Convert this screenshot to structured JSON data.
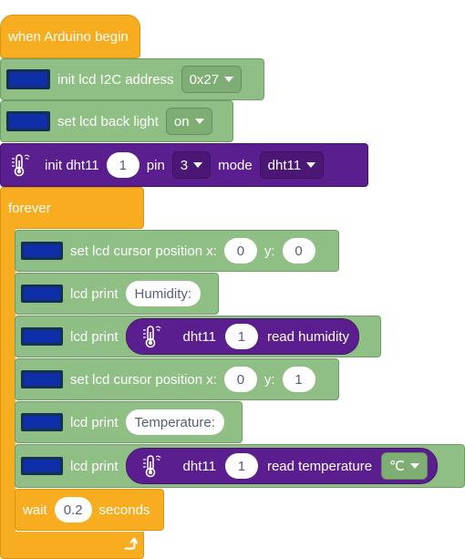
{
  "hat": {
    "label": "when Arduino begin"
  },
  "setup": {
    "init_lcd": {
      "label": "init lcd I2C address",
      "address": "0x27"
    },
    "backlight": {
      "label": "set lcd back light",
      "value": "on"
    },
    "init_dht": {
      "label": "init dht11",
      "id": "1",
      "pin_label": "pin",
      "pin": "3",
      "mode_label": "mode",
      "mode": "dht11"
    }
  },
  "forever": {
    "label": "forever",
    "blocks": [
      {
        "label": "set lcd cursor position x:",
        "x": "0",
        "y_label": "y:",
        "y": "0"
      },
      {
        "label": "lcd print",
        "text": "Humidity:"
      },
      {
        "label": "lcd print",
        "reporter": {
          "name": "dht11",
          "id": "1",
          "action": "read humidity"
        }
      },
      {
        "label": "set lcd cursor position x:",
        "x": "0",
        "y_label": "y:",
        "y": "1"
      },
      {
        "label": "lcd print",
        "text": "Temperature:"
      },
      {
        "label": "lcd print",
        "reporter": {
          "name": "dht11",
          "id": "1",
          "action": "read temperature",
          "unit": "℃"
        }
      }
    ],
    "wait": {
      "label": "wait",
      "value": "0.2",
      "unit": "seconds"
    }
  },
  "icons": {
    "lcd": "lcd-display-icon",
    "thermometer": "thermometer-icon",
    "loop_arrow": "loop-arrow-icon"
  },
  "colors": {
    "event": "#f7ad1f",
    "lcd": "#8fbf84",
    "dht": "#5b1e8e",
    "lcd_screen": "#0f2fa8"
  }
}
